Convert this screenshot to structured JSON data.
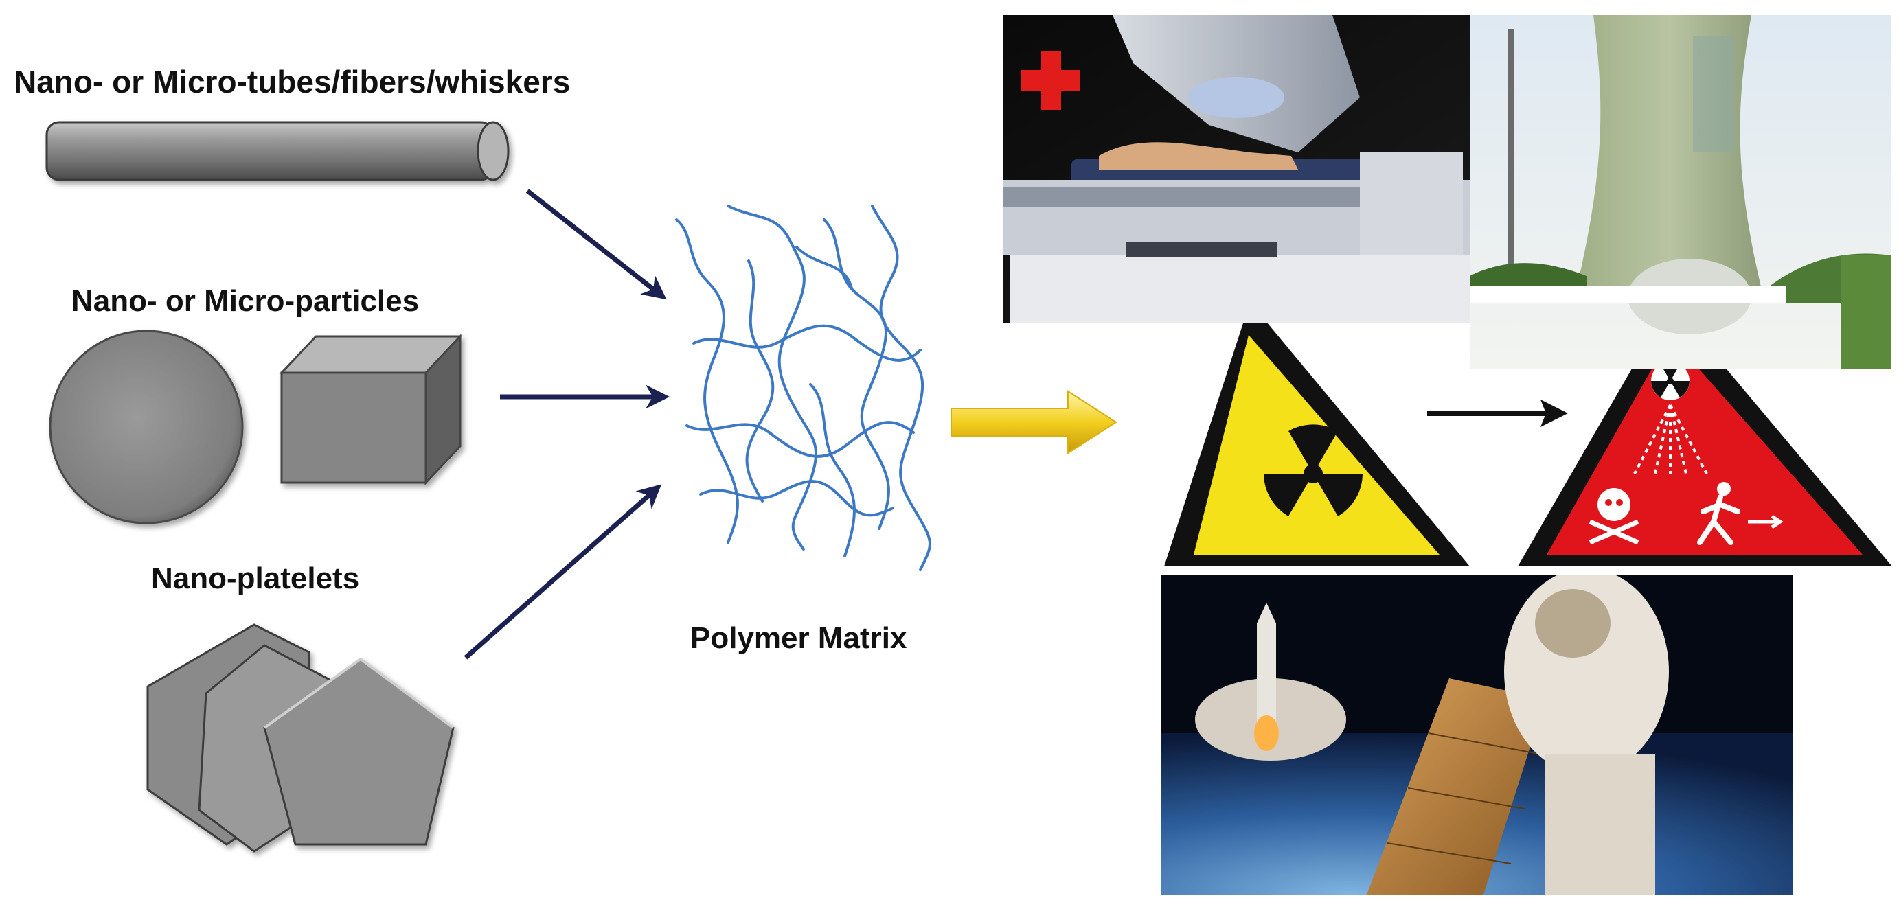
{
  "labels": {
    "tubes": "Nano- or Micro-tubes/fibers/whiskers",
    "particles": "Nano- or Micro-particles",
    "platelets": "Nano-platelets",
    "matrix": "Polymer Matrix"
  },
  "colors": {
    "filler_gray": "#8a8a8a",
    "polymer_chain": "#3c78c3",
    "arrow_navy": "#1b2150",
    "arrow_yellow": "#f2cf1f",
    "radiation_yellow": "#f5e11a",
    "danger_red": "#e0151b"
  },
  "icons": [
    "radiation-warning-icon",
    "ionizing-radiation-danger-icon"
  ]
}
